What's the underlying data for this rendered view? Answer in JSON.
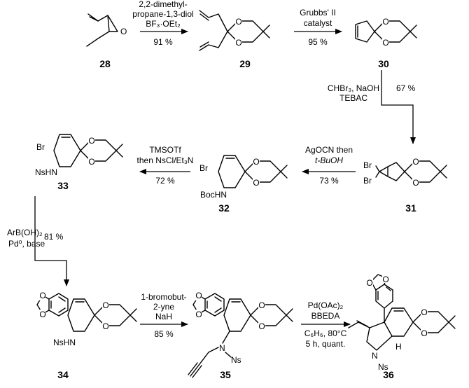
{
  "compounds": {
    "c28": "28",
    "c29": "29",
    "c30": "30",
    "c31": "31",
    "c32": "32",
    "c33": "33",
    "c34": "34",
    "c35": "35",
    "c36": "36"
  },
  "atom_labels": {
    "o": "O",
    "br": "Br",
    "nshn": "NsHN",
    "bochn": "BocHN",
    "n": "N",
    "ns": "Ns",
    "h": "H"
  },
  "steps": {
    "s1": {
      "l1": "2,2-dimethyl-",
      "l2": "propane-1,3-diol",
      "l3": "BF₃·OEt₂",
      "y": "91 %"
    },
    "s2": {
      "l1": "Grubbs' II",
      "l2": "catalyst",
      "y": "95 %"
    },
    "s3": {
      "l1": "CHBr₃, NaOH",
      "l2": "TEBAC",
      "y": "67 %"
    },
    "s4": {
      "l1": "AgOCN then",
      "l2": "t-BuOH",
      "y": "73 %"
    },
    "s5": {
      "l1": "TMSOTf",
      "l2": "then NsCl/Et₃N",
      "y": "72 %"
    },
    "s6": {
      "l1": "ArB(OH)₂",
      "l2": "Pd⁰, base",
      "y": "81 %"
    },
    "s7": {
      "l1": "1-bromobut-",
      "l2": "2-yne",
      "l3": "NaH",
      "y": "85 %"
    },
    "s8": {
      "l1": "Pd(OAc)₂",
      "l2": "BBEDA",
      "l3": "C₆H₆, 80°C",
      "l4": "5 h, quant."
    }
  }
}
